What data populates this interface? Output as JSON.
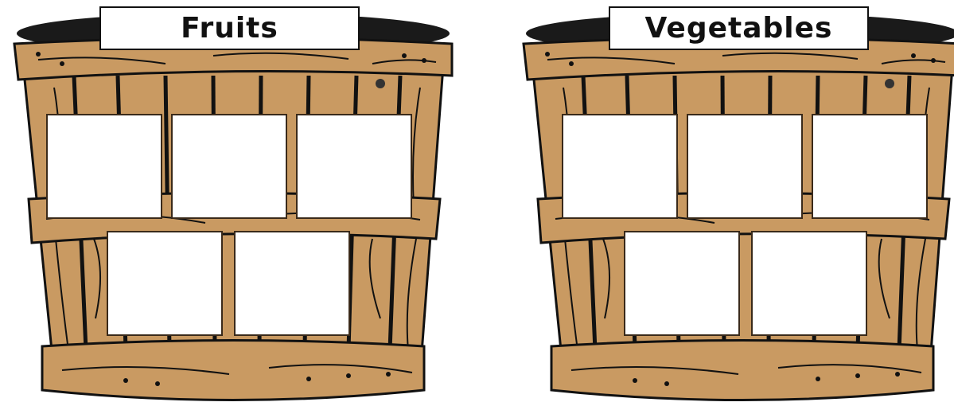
{
  "colors": {
    "wood": "#c99a62",
    "wood_dark": "#8a6238",
    "outline": "#111111",
    "slot_fill": "#ffffff"
  },
  "baskets": [
    {
      "label": "Fruits",
      "drop_slots": 5
    },
    {
      "label": "Vegetables",
      "drop_slots": 5
    }
  ]
}
